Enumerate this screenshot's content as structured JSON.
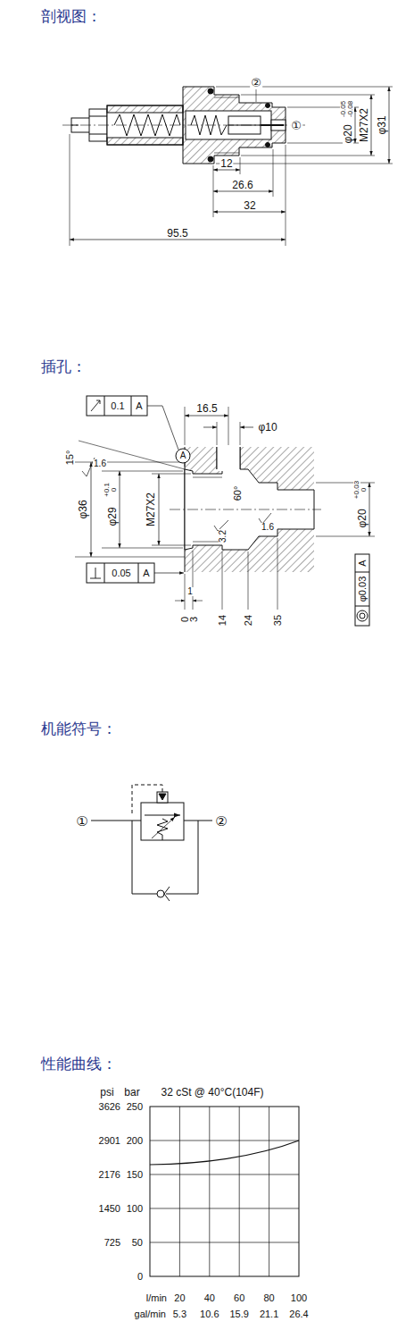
{
  "diagram": {
    "labels": [
      "剖视图：",
      "②",
      "①",
      "12",
      "26.6",
      "32",
      "95.5",
      "φ20",
      "-0.05",
      "-0.08",
      "M27X2",
      "φ31",
      "插孔：",
      "0.1",
      "A",
      "A",
      "15°",
      "1.6",
      "16.5",
      "φ10",
      "φ36",
      "φ29",
      "+0.1",
      "0",
      "M27X2",
      "60°",
      "3.2",
      "1.6",
      "φ20",
      "+0.03",
      "0",
      "0.05",
      "A",
      "φ0.03",
      "A",
      "1",
      "0",
      "3",
      "14",
      "24",
      "35",
      "机能符号：",
      "①",
      "②",
      "性能曲线：",
      "psi",
      "bar",
      "32 cSt @ 40°C(104F)",
      "3626",
      "250",
      "2901",
      "200",
      "2176",
      "150",
      "1450",
      "100",
      "725",
      "50",
      "0",
      "l/min",
      "20",
      "40",
      "60",
      "80",
      "100",
      "gal/min",
      "5.3",
      "10.6",
      "15.9",
      "21.1",
      "26.4"
    ]
  }
}
